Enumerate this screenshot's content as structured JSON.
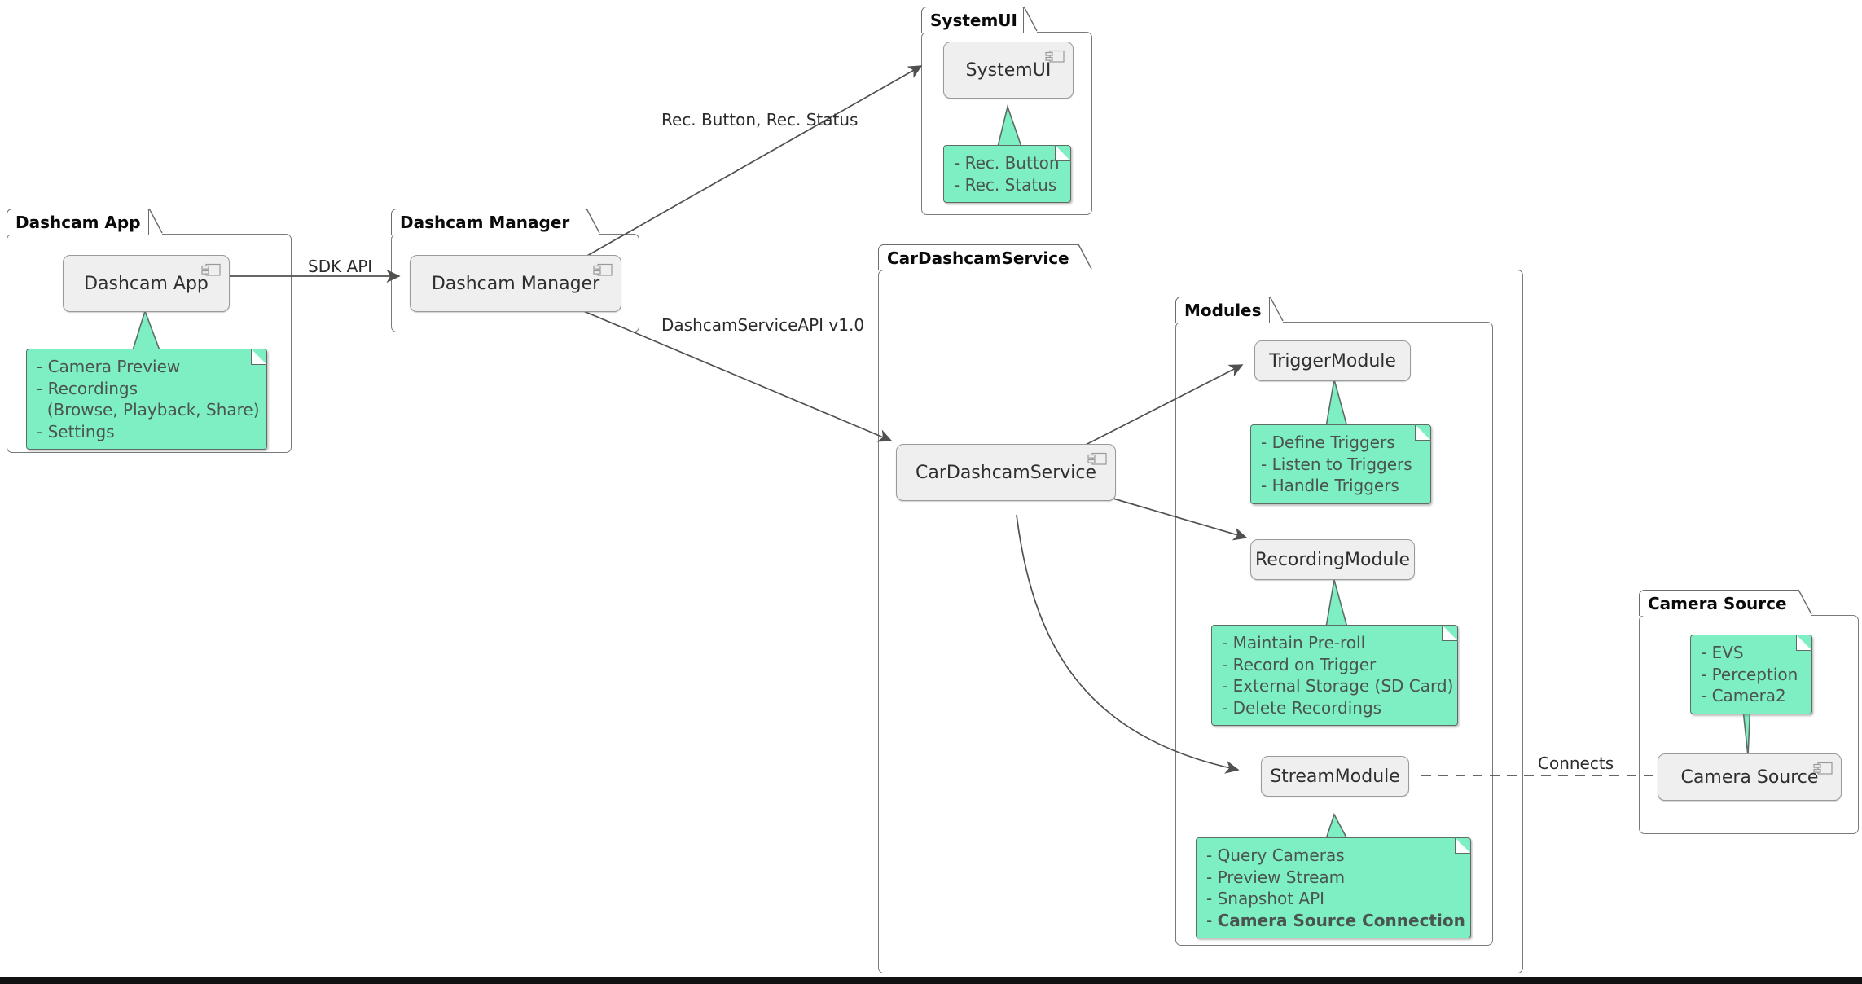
{
  "diagram": {
    "type": "uml-component-diagram",
    "note_color": "#7EEFC3",
    "component_color": "#EFEFEF",
    "packages": [
      {
        "id": "dashcam-app",
        "title": "Dashcam App",
        "component": "Dashcam App",
        "note": [
          "- Camera Preview",
          "- Recordings",
          "  (Browse, Playback, Share)",
          "- Settings"
        ]
      },
      {
        "id": "dashcam-manager",
        "title": "Dashcam Manager",
        "component": "Dashcam Manager"
      },
      {
        "id": "systemui",
        "title": "SystemUI",
        "component": "SystemUI",
        "note": [
          "- Rec. Button",
          "- Rec. Status"
        ]
      },
      {
        "id": "cardashcamservice",
        "title": "CarDashcamService",
        "component": "CarDashcamService"
      },
      {
        "id": "modules",
        "title": "Modules"
      },
      {
        "id": "camera-source",
        "title": "Camera Source",
        "component": "Camera Source",
        "note": [
          "- EVS",
          "- Perception",
          "- Camera2"
        ]
      }
    ],
    "modules": [
      {
        "id": "trigger-module",
        "name": "TriggerModule",
        "note": [
          "- Define Triggers",
          "- Listen to Triggers",
          "- Handle Triggers"
        ]
      },
      {
        "id": "recording-module",
        "name": "RecordingModule",
        "note": [
          "- Maintain Pre-roll",
          "- Record on Trigger",
          "- External Storage (SD Card)",
          "- Delete Recordings"
        ]
      },
      {
        "id": "stream-module",
        "name": "StreamModule",
        "note_plain": [
          "- Query Cameras",
          "- Preview Stream",
          "- Snapshot API"
        ],
        "note_bold_line": "- Camera Source Connection"
      }
    ],
    "edge_labels": {
      "sdk_api": "SDK API",
      "rec_button_status": "Rec. Button, Rec. Status",
      "dashcam_service_api": "DashcamServiceAPI v1.0",
      "connects": "Connects"
    },
    "note_lines": {
      "dashcam_app": {
        "l1": "- Camera Preview",
        "l2": "- Recordings",
        "l3": "  (Browse, Playback, Share)",
        "l4": "- Settings"
      },
      "systemui": {
        "l1": "- Rec. Button",
        "l2": "- Rec. Status"
      },
      "trigger": {
        "l1": "- Define Triggers",
        "l2": "- Listen to Triggers",
        "l3": "- Handle Triggers"
      },
      "recording": {
        "l1": "- Maintain Pre-roll",
        "l2": "- Record on Trigger",
        "l3": "- External Storage (SD Card)",
        "l4": "- Delete Recordings"
      },
      "stream": {
        "l1": "- Query Cameras",
        "l2": "- Preview Stream",
        "l3": "- Snapshot API",
        "l4_dash": "- ",
        "l4_bold": "Camera Source Connection"
      },
      "camera_source": {
        "l1": "- EVS",
        "l2": "- Perception",
        "l3": "- Camera2"
      }
    },
    "titles": {
      "dashcam_app": "Dashcam App",
      "dashcam_manager": "Dashcam Manager",
      "systemui": "SystemUI",
      "cardashcamservice": "CarDashcamService",
      "modules": "Modules",
      "camera_source": "Camera Source"
    },
    "components": {
      "dashcam_app": "Dashcam App",
      "dashcam_manager": "Dashcam Manager",
      "systemui": "SystemUI",
      "cardashcamservice": "CarDashcamService",
      "camera_source": "Camera Source",
      "trigger_module": "TriggerModule",
      "recording_module": "RecordingModule",
      "stream_module": "StreamModule"
    }
  }
}
